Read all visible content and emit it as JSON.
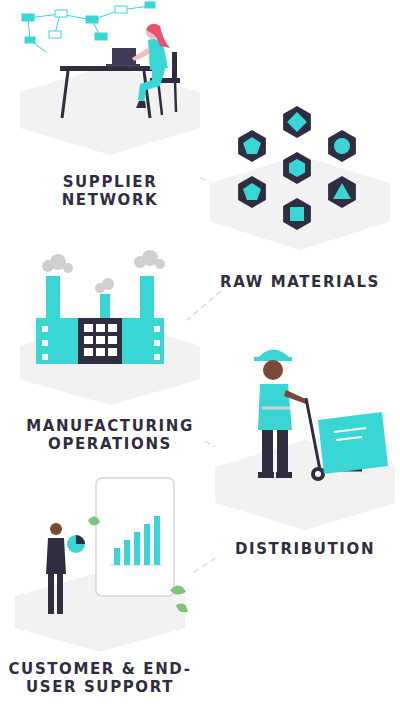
{
  "diagram": {
    "nodes": [
      {
        "text": [
          "SUPPLIER NETWORK"
        ]
      },
      {
        "text": [
          "RAW MATERIALS"
        ]
      },
      {
        "text": [
          "MANUFACTURING OPERATIONS"
        ]
      },
      {
        "text": [
          "DISTRIBUTION"
        ]
      },
      {
        "text": [
          "CUSTOMER & END-USER SUPPORT"
        ]
      }
    ],
    "edges": [
      {
        "from": 0,
        "to": 1,
        "arrow": "none"
      },
      {
        "from": 1,
        "to": 2,
        "arrow": "none"
      },
      {
        "from": 2,
        "to": 3,
        "arrow": "none"
      },
      {
        "from": 3,
        "to": 4,
        "arrow": "none"
      }
    ]
  }
}
